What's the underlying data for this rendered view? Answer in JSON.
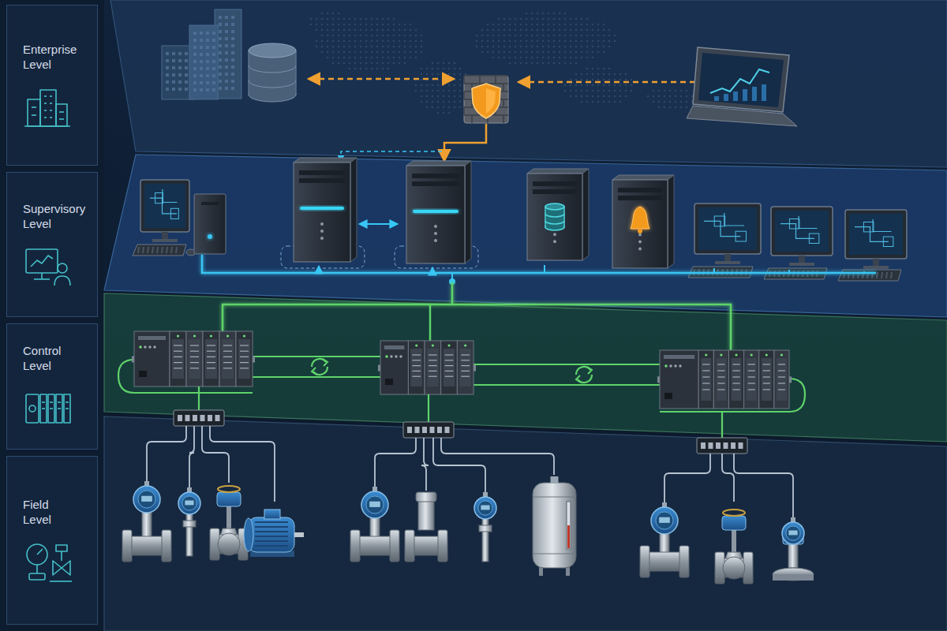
{
  "diagram": {
    "nodes": [
      {
        "text": [
          "Enterprise Level"
        ]
      },
      {
        "text": [
          "Supervisory Level"
        ]
      },
      {
        "text": [
          "Control Level"
        ]
      },
      {
        "text": [
          "Field Level"
        ]
      }
    ]
  }
}
